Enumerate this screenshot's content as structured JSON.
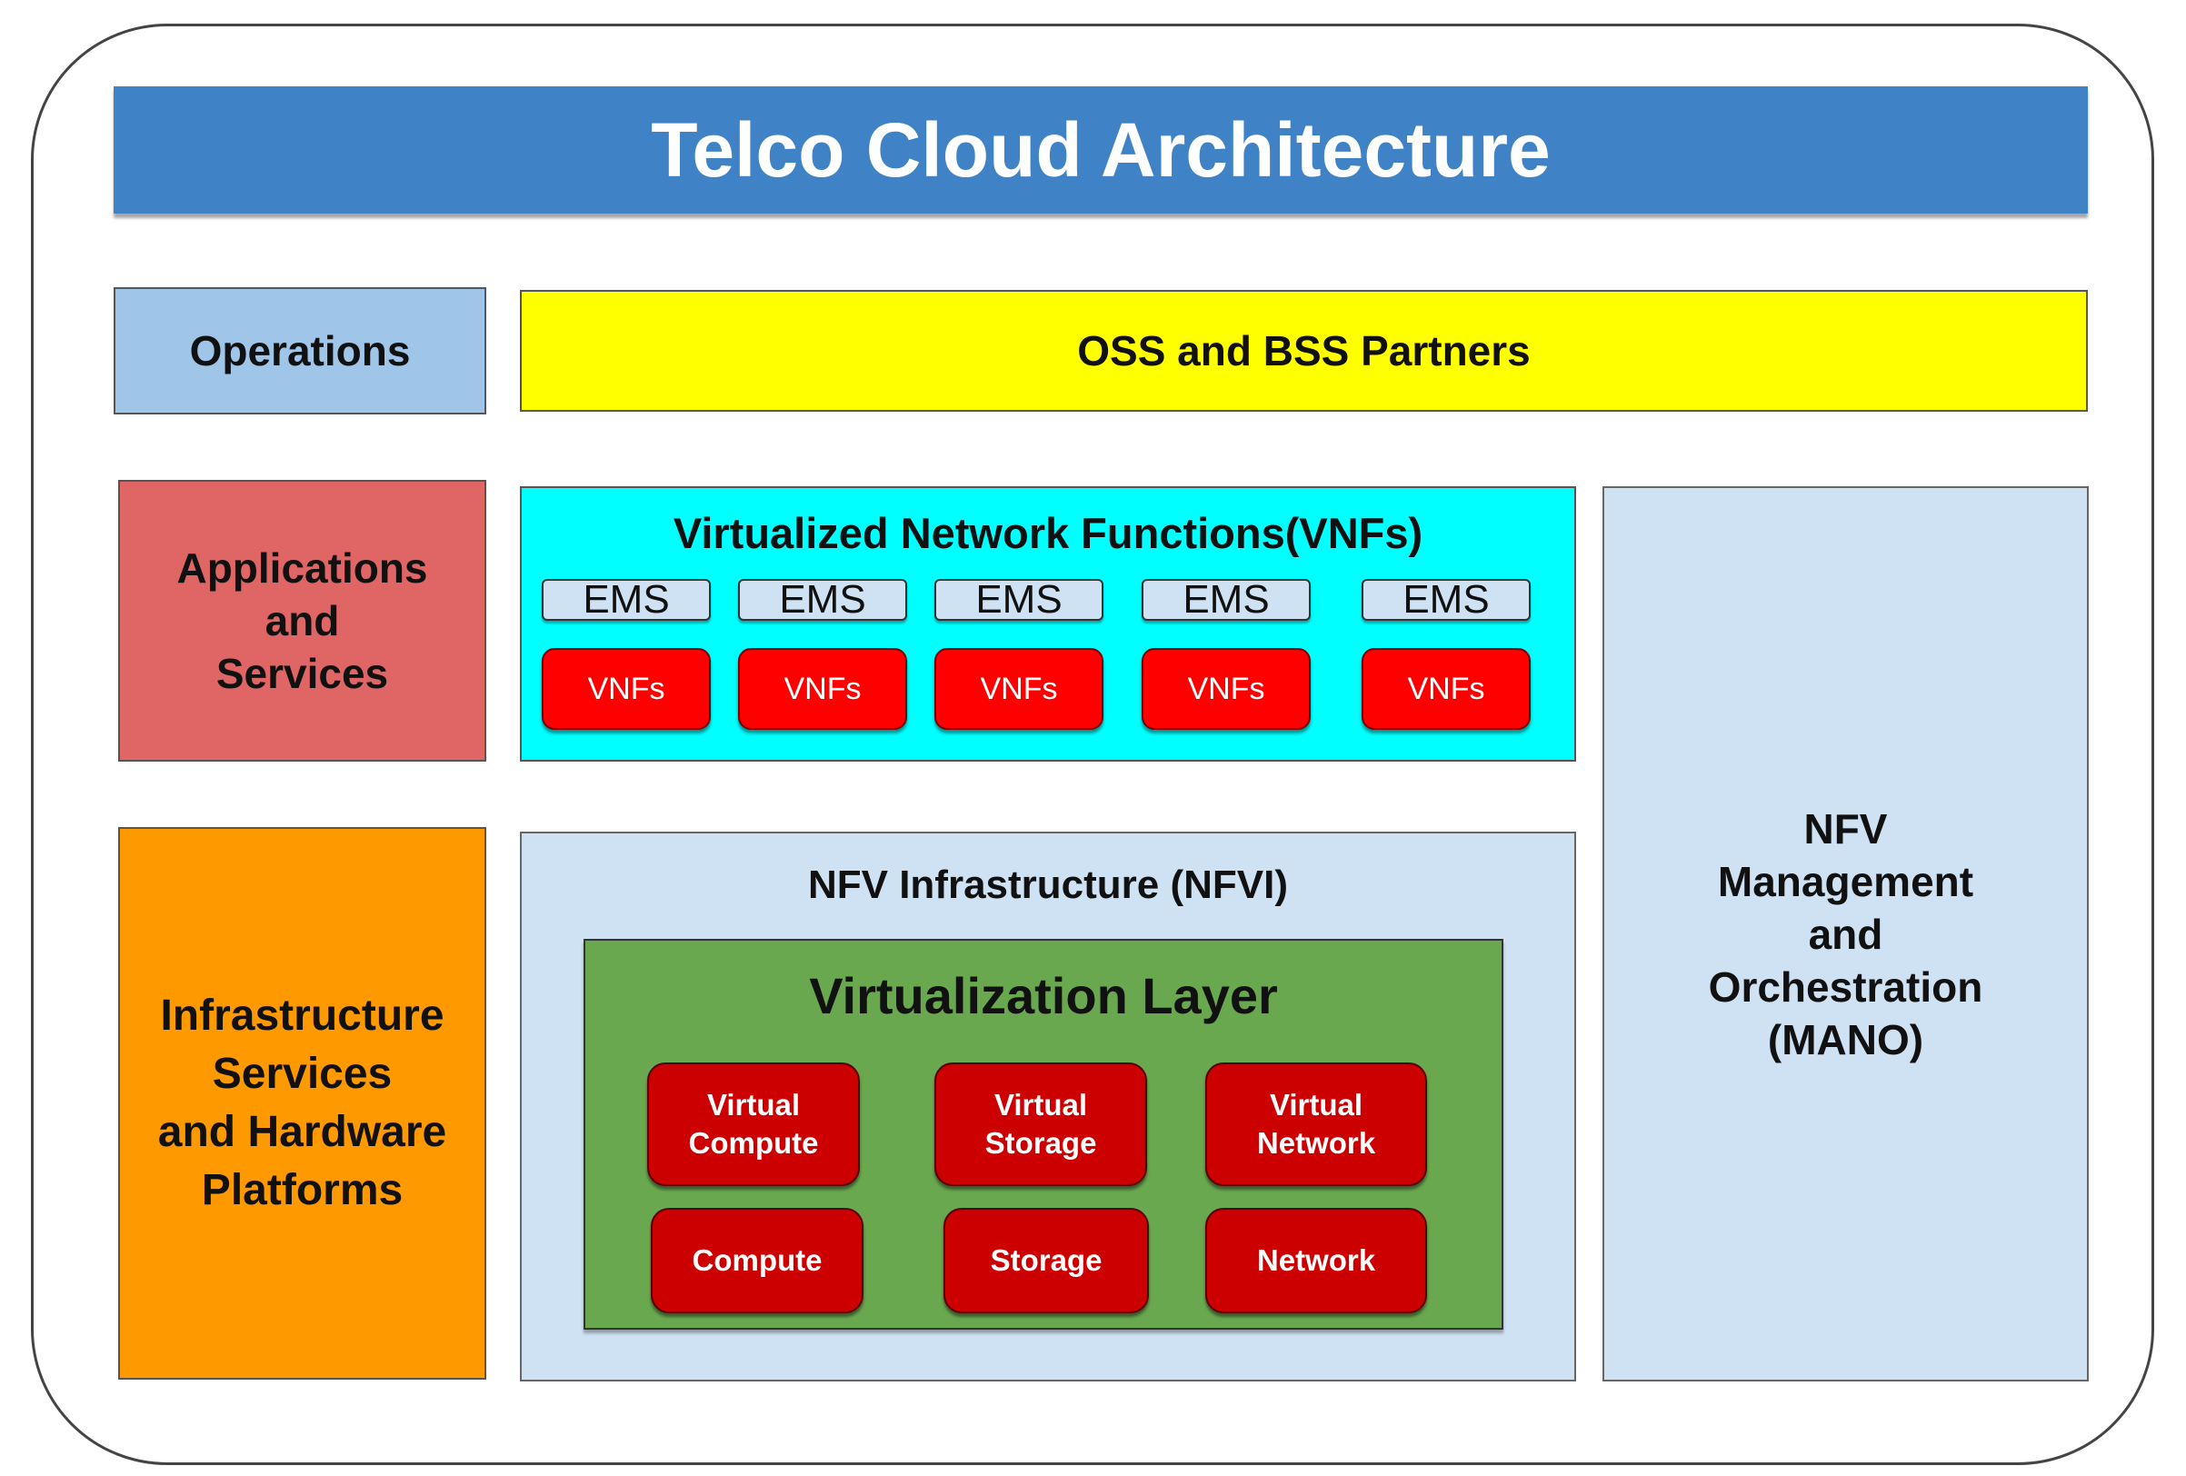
{
  "title": "Telco Cloud Architecture",
  "rows": {
    "operations": {
      "label": "Operations",
      "content": "OSS and BSS Partners"
    },
    "applications": {
      "label_lines": [
        "Applications",
        "and",
        "Services"
      ],
      "vnf_section": {
        "title": "Virtualized Network Functions(VNFs)",
        "columns": [
          {
            "ems": "EMS",
            "vnf": "VNFs"
          },
          {
            "ems": "EMS",
            "vnf": "VNFs"
          },
          {
            "ems": "EMS",
            "vnf": "VNFs"
          },
          {
            "ems": "EMS",
            "vnf": "VNFs"
          },
          {
            "ems": "EMS",
            "vnf": "VNFs"
          }
        ]
      }
    },
    "infrastructure": {
      "label_lines": [
        "Infrastructure",
        "Services",
        "and Hardware",
        "Platforms"
      ],
      "nfvi": {
        "title": "NFV Infrastructure (NFVI)",
        "virtualization_layer": {
          "title": "Virtualization Layer",
          "virtual": [
            [
              "Virtual",
              "Compute"
            ],
            [
              "Virtual",
              "Storage"
            ],
            [
              "Virtual",
              "Network"
            ]
          ],
          "physical": [
            "Compute",
            "Storage",
            "Network"
          ]
        }
      }
    }
  },
  "mano": {
    "label_lines": [
      "NFV",
      "Management",
      "and",
      "Orchestration",
      "(MANO)"
    ]
  },
  "colors": {
    "title_bar": "#3f83c6",
    "operations": "#9fc5e8",
    "oss_bss": "#ffff00",
    "applications": "#e06666",
    "vnf_area": "#00ffff",
    "vnf_box": "#ff0000",
    "infrastructure": "#ff9900",
    "nfvi": "#cfe2f3",
    "virtualization_layer": "#6aa84f",
    "resource_box": "#cc0000"
  }
}
